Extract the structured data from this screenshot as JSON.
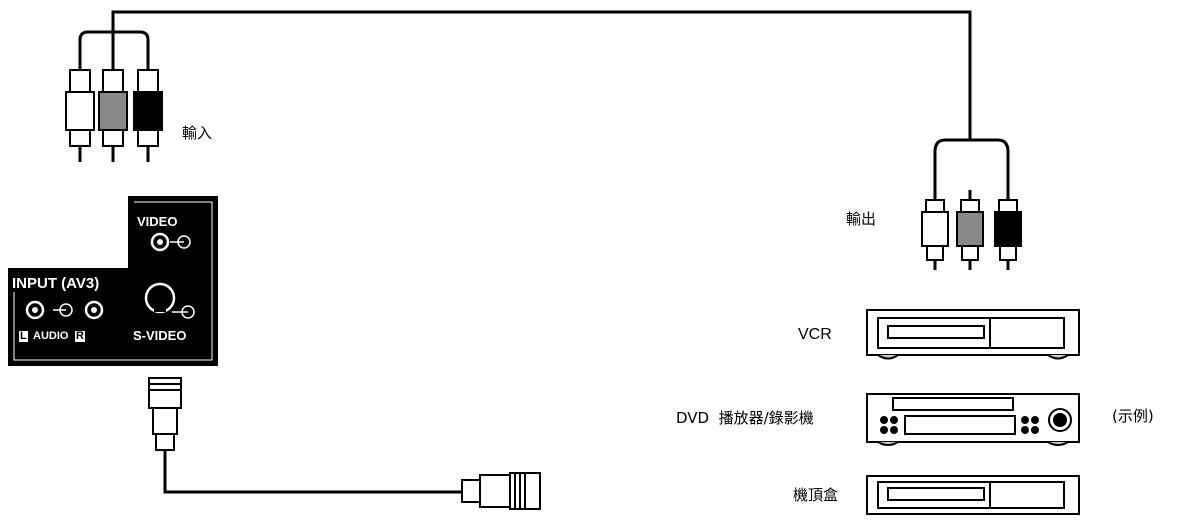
{
  "connector_panel": {
    "video_label": "VIDEO",
    "input_label": "INPUT (AV3)",
    "audio_label": "AUDIO",
    "audio_left": "L",
    "audio_right": "R",
    "svideo_label": "S-VIDEO"
  },
  "labels": {
    "input_cable": "輸入",
    "output_cable": "輸出",
    "vcr": "VCR",
    "dvd": "DVD  播放器/錄影機",
    "settop": "機頂盒",
    "example_note": "(示例)"
  },
  "colors": {
    "line": "#000000",
    "panel": "#000000",
    "panel_text": "#ffffff",
    "plug_gray": "#888888"
  }
}
